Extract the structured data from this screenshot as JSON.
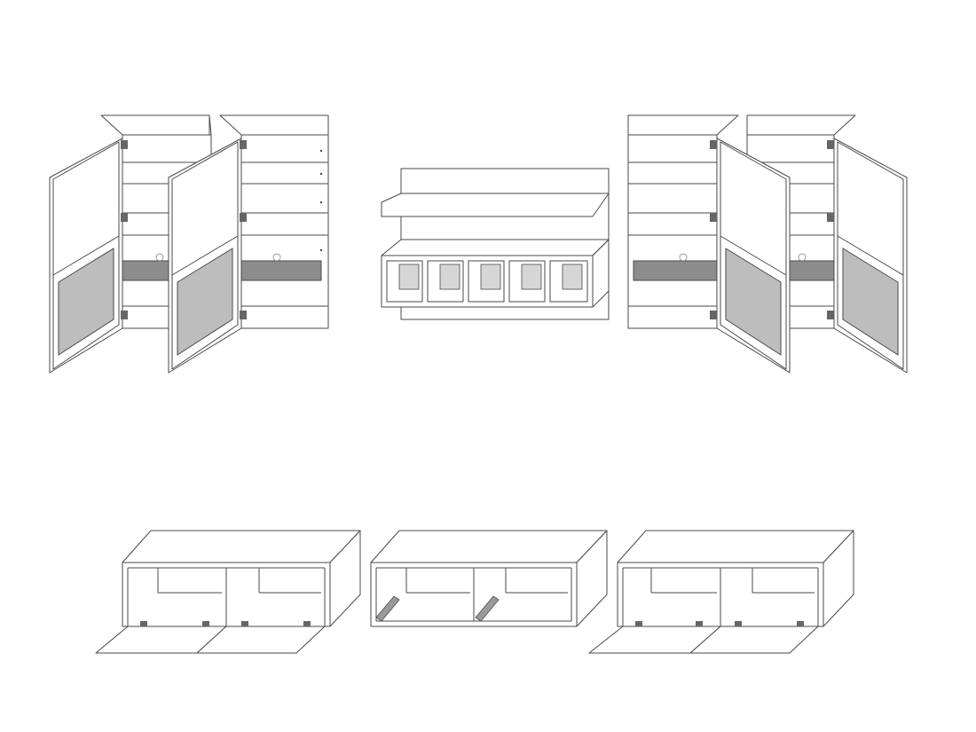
{
  "colors": {
    "background": "#ffffff",
    "line": "#4a4a4a",
    "glass_shelf": "#8c8c8c",
    "frosted_panel": "#bdbdbd",
    "niche_back": "#d6d6d6"
  },
  "assembly": {
    "components": [
      "wall-cabinet-pair-left",
      "floating-shelf-unit",
      "wall-cabinet-pair-right",
      "lowboard-flap-left",
      "lowboard-drawer-center",
      "lowboard-flap-right"
    ]
  }
}
